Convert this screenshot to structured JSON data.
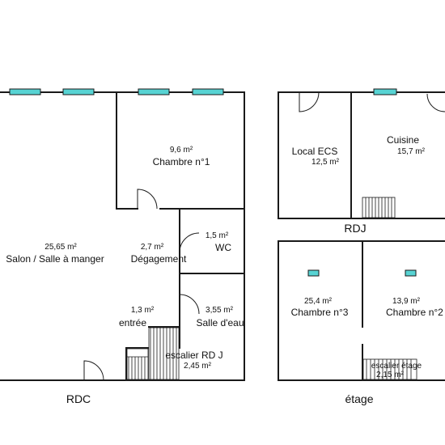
{
  "colors": {
    "wall": "#1a1a1a",
    "window": "#57d3d3",
    "background": "#ffffff"
  },
  "rdc": {
    "label": "RDC",
    "rooms": {
      "salon": {
        "area": "25,65  m²",
        "name": "Salon / Salle à manger"
      },
      "chambre1": {
        "area": "9,6  m²",
        "name": "Chambre n°1"
      },
      "degagement": {
        "area": "2,7  m²",
        "name": "Dégagement"
      },
      "wc": {
        "area": "1,5  m²",
        "name": "WC"
      },
      "sde": {
        "area": "3,55  m²",
        "name": "Salle d'eau"
      },
      "entree": {
        "area": "1,3  m²",
        "name": "entrée"
      },
      "escalier": {
        "name": "escalier RD J",
        "area": "2,45  m²"
      }
    }
  },
  "rdj": {
    "label": "RDJ",
    "rooms": {
      "local_ecs": {
        "name": "Local ECS",
        "area": "12,5  m²"
      },
      "cuisine": {
        "name": "Cuisine",
        "area": "15,7  m²"
      }
    }
  },
  "etage": {
    "label": "étage",
    "rooms": {
      "chambre3": {
        "area": "25,4  m²",
        "name": "Chambre n°3"
      },
      "chambre2": {
        "area": "13,9  m²",
        "name": "Chambre n°2"
      },
      "escalier": {
        "name": "escalier étage",
        "area": "2,15  m²"
      }
    }
  }
}
